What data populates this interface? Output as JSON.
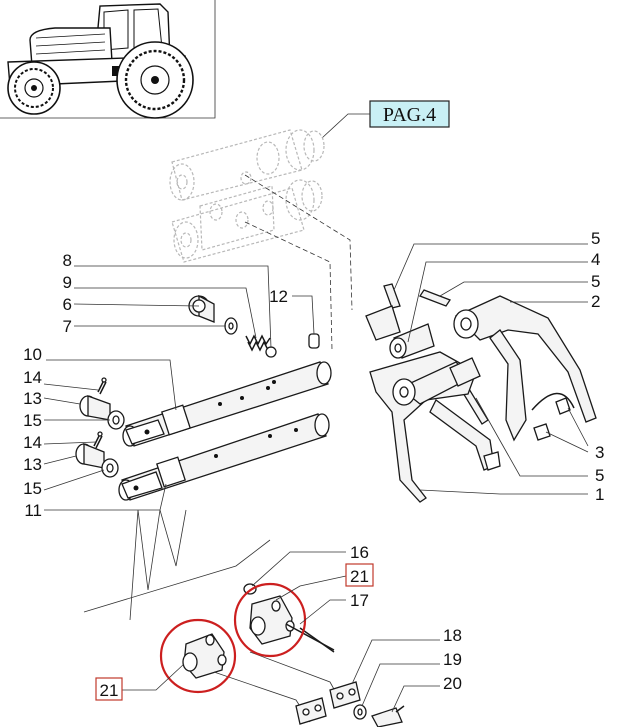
{
  "reference_box": {
    "label": "PAG.4",
    "bg_color": "#c9f0f5"
  },
  "callouts": [
    {
      "id": "c8",
      "text": "8"
    },
    {
      "id": "c9",
      "text": "9"
    },
    {
      "id": "c6",
      "text": "6"
    },
    {
      "id": "c7",
      "text": "7"
    },
    {
      "id": "c12",
      "text": "12"
    },
    {
      "id": "c10",
      "text": "10"
    },
    {
      "id": "c14a",
      "text": "14"
    },
    {
      "id": "c13a",
      "text": "13"
    },
    {
      "id": "c15a",
      "text": "15"
    },
    {
      "id": "c14b",
      "text": "14"
    },
    {
      "id": "c13b",
      "text": "13"
    },
    {
      "id": "c15b",
      "text": "15"
    },
    {
      "id": "c11",
      "text": "11"
    },
    {
      "id": "c5a",
      "text": "5"
    },
    {
      "id": "c4",
      "text": "4"
    },
    {
      "id": "c5b",
      "text": "5"
    },
    {
      "id": "c2",
      "text": "2"
    },
    {
      "id": "c3",
      "text": "3"
    },
    {
      "id": "c5c",
      "text": "5"
    },
    {
      "id": "c1",
      "text": "1"
    },
    {
      "id": "c16",
      "text": "16"
    },
    {
      "id": "c17",
      "text": "17"
    },
    {
      "id": "c18",
      "text": "18"
    },
    {
      "id": "c19",
      "text": "19"
    },
    {
      "id": "c20",
      "text": "20"
    }
  ],
  "boxed_callouts": [
    {
      "id": "b21a",
      "text": "21",
      "border_color": "#c0392b"
    },
    {
      "id": "b21b",
      "text": "21",
      "border_color": "#c0392b"
    }
  ],
  "highlight_color": "#cc1f1f"
}
